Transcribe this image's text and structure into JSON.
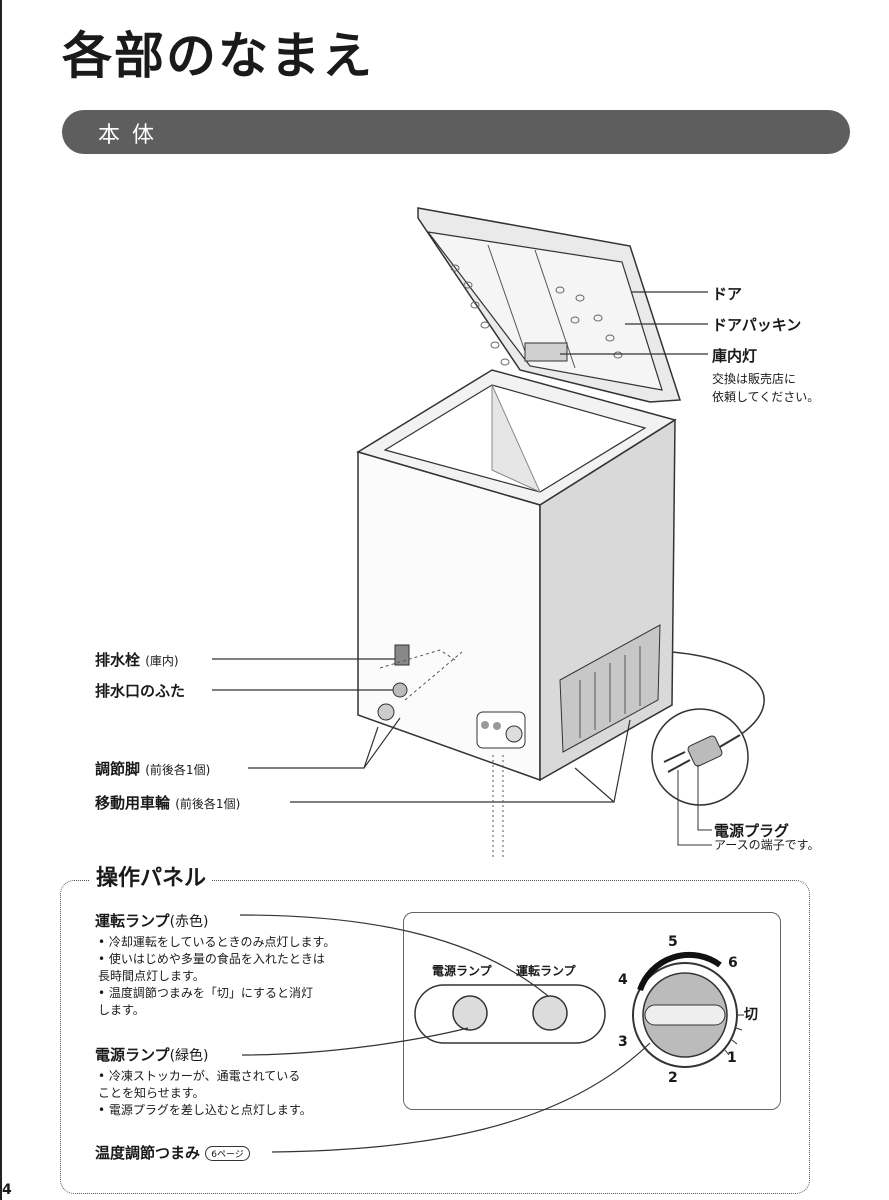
{
  "page": {
    "title": "各部のなまえ",
    "section": "本体",
    "page_number": "4"
  },
  "labels": {
    "door": "ドア",
    "door_gasket": "ドアパッキン",
    "interior_light": "庫内灯",
    "interior_light_note1": "交換は販売店に",
    "interior_light_note2": "依頼してください。",
    "drain_plug": "排水栓",
    "drain_plug_note": "(庫内)",
    "drain_cover": "排水口のふた",
    "adjust_foot": "調節脚",
    "adjust_foot_note": "(前後各1個)",
    "caster": "移動用車輪",
    "caster_note": "(前後各1個)",
    "power_plug": "電源プラグ",
    "power_plug_note": "アースの端子です。"
  },
  "panel": {
    "title": "操作パネル",
    "run_lamp": {
      "label": "運転ランプ",
      "color_note": "(赤色)",
      "bullets": [
        "• 冷却運転をしているときのみ点灯します。",
        "• 使いはじめや多量の食品を入れたときは",
        "   長時間点灯します。",
        "• 温度調節つまみを「切」にすると消灯",
        "   します。"
      ]
    },
    "power_lamp": {
      "label": "電源ランプ",
      "color_note": "(緑色)",
      "bullets": [
        "• 冷凍ストッカーが、通電されている",
        "   ことを知らせます。",
        "• 電源プラグを差し込むと点灯します。"
      ]
    },
    "temp_knob": {
      "label": "温度調節つまみ",
      "ref": "6ページ"
    },
    "diagram": {
      "power_lamp_label": "電源ランプ",
      "run_lamp_label": "運転ランプ",
      "dial_numbers": [
        "1",
        "2",
        "3",
        "4",
        "5",
        "6"
      ],
      "off_label": "切"
    }
  }
}
